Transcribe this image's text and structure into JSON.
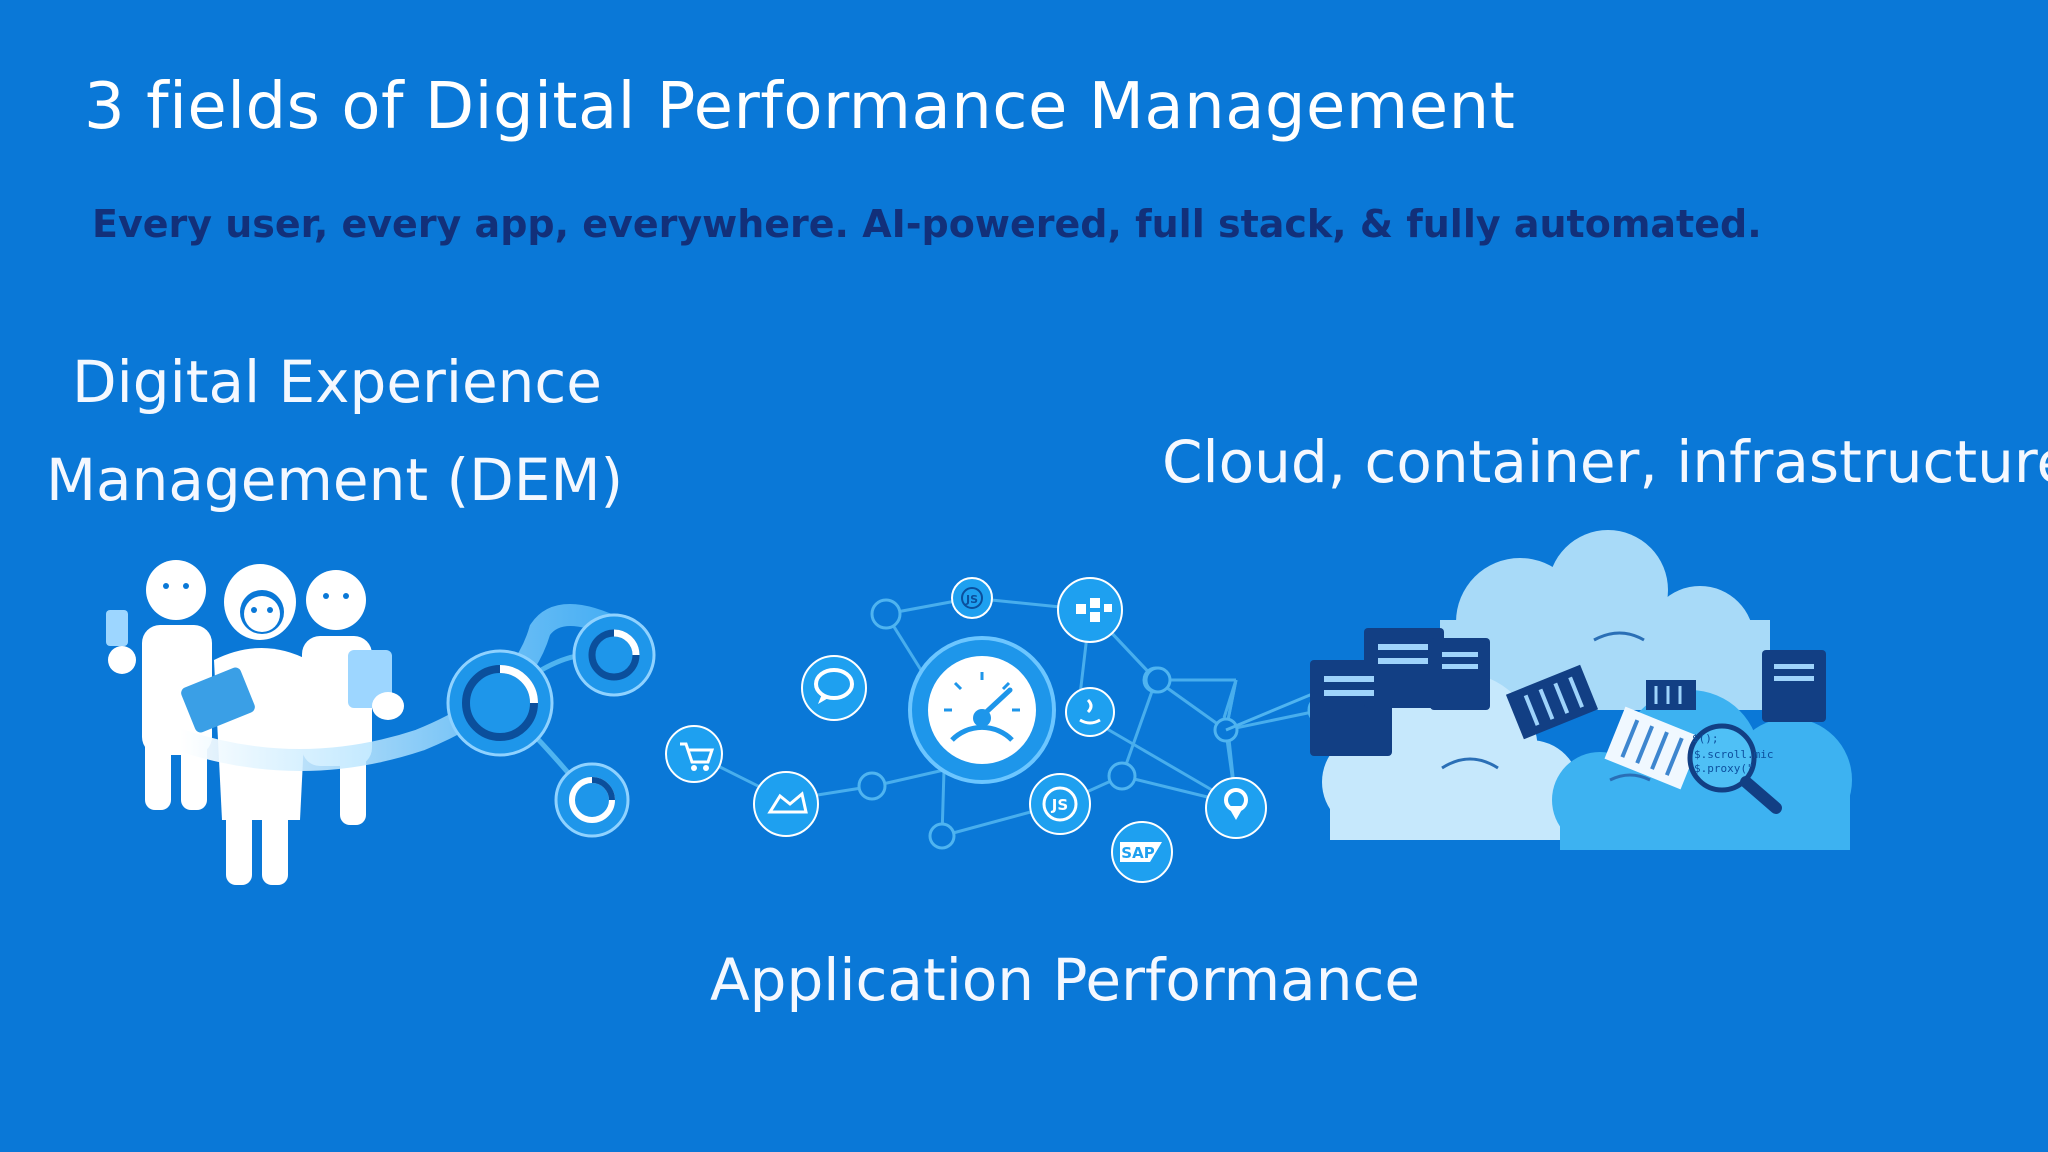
{
  "slide": {
    "title": "3 fields of Digital Performance Management",
    "subtitle": "Every user, every app, everywhere. AI-powered, full stack, & fully automated.",
    "fields": {
      "dem_line1": "Digital Experience",
      "dem_line2": "Management (DEM)",
      "cloud": "Cloud, container, infrastructure",
      "application": "Application Performance"
    },
    "icons": {
      "js": "JS",
      "sap": "SAP",
      "code_line1": "$();",
      "code_line2": "$.scroll.mic",
      "code_line3": "$.proxy(\""
    }
  },
  "colors": {
    "background": "#0a78d7",
    "subtitle": "#12307a",
    "node": "#1ea0f0",
    "line": "#4fb4f0",
    "cloud_light": "#bfe3fb",
    "server": "#123f84"
  }
}
